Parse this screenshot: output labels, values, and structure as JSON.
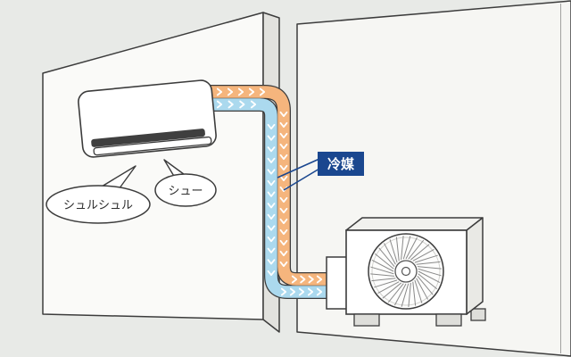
{
  "diagram": {
    "pipe_label": "冷媒",
    "sound_bubbles": [
      {
        "text": "シュルシュル"
      },
      {
        "text": "シュー"
      }
    ]
  },
  "colors": {
    "background": "#e8eae7",
    "wall_left": "#fafaf8",
    "wall_right": "#f6f6f3",
    "wall_edge": "#e2e2de",
    "outline": "#3c3c3c",
    "pipe_warm": "#f5b57d",
    "pipe_cool": "#abd9ee",
    "arrow": "#ffffff",
    "label_bg": "#1a478f",
    "label_text": "#ffffff",
    "vent_dark": "#3f3f3f"
  }
}
